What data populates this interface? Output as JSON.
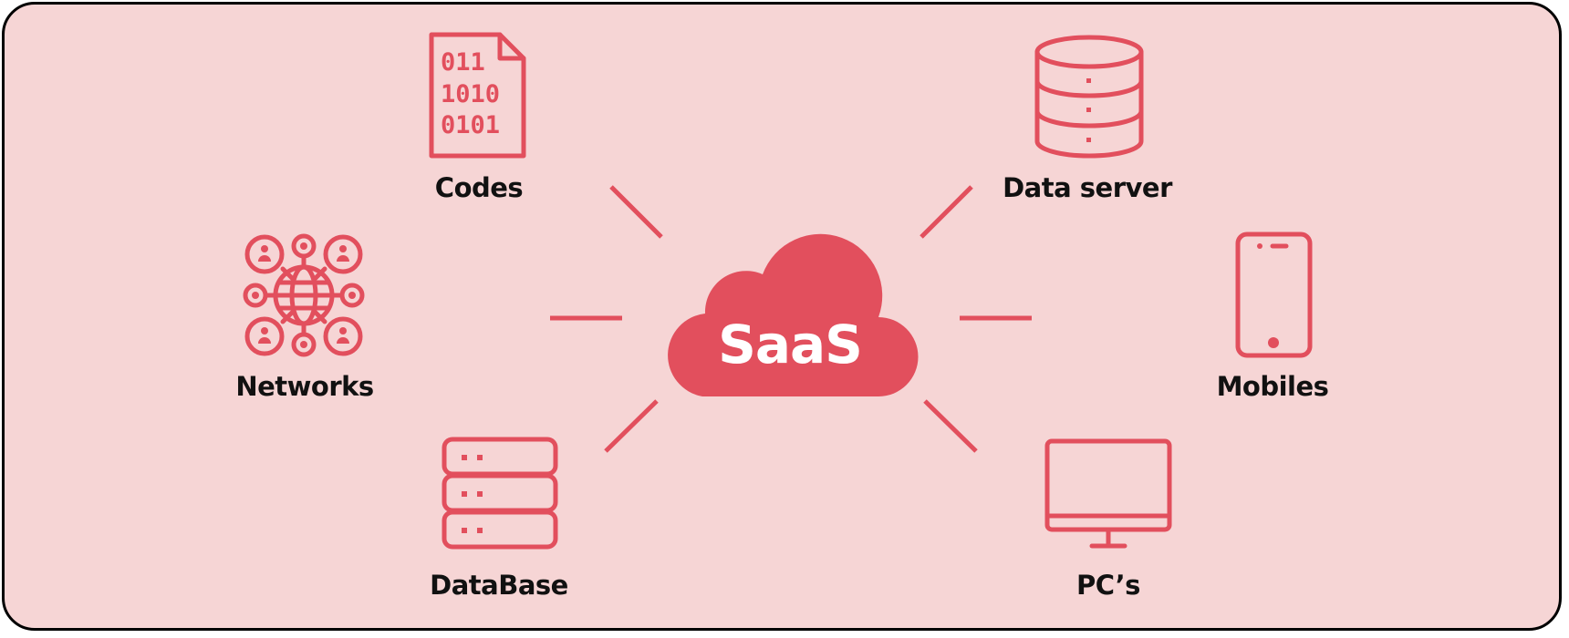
{
  "center": {
    "label": "SaaS"
  },
  "nodes": {
    "codes": {
      "label": "Codes",
      "icon": "binary-code-file-icon",
      "code_lines": [
        "011",
        "1010",
        "0101"
      ]
    },
    "data_server": {
      "label": "Data server",
      "icon": "database-cylinder-icon"
    },
    "networks": {
      "label": "Networks",
      "icon": "global-network-icon"
    },
    "mobiles": {
      "label": "Mobiles",
      "icon": "smartphone-icon"
    },
    "database": {
      "label": "DataBase",
      "icon": "server-rack-icon"
    },
    "pcs": {
      "label": "PC’s",
      "icon": "desktop-monitor-icon"
    }
  },
  "colors": {
    "background": "#f6d5d5",
    "accent": "#e24f5d",
    "text": "#111111",
    "border": "#000000"
  }
}
